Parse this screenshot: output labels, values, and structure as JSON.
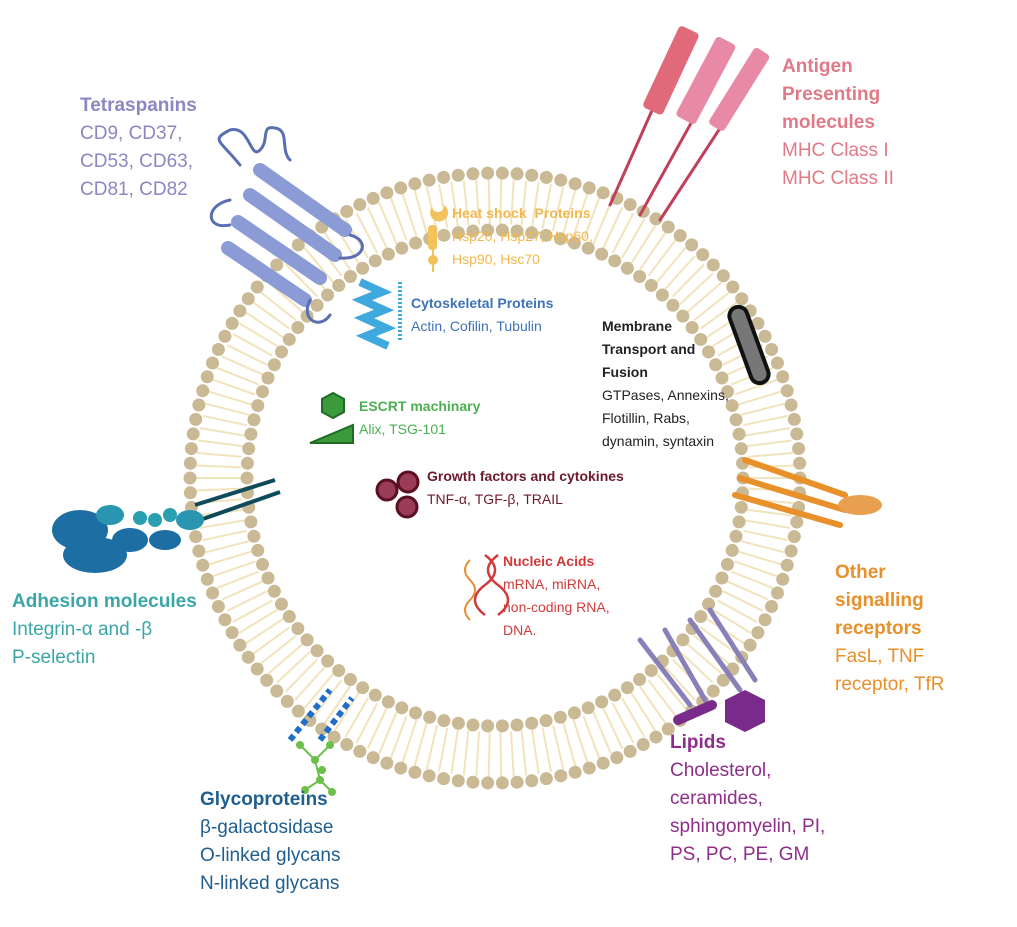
{
  "colors": {
    "bead": "#c9b994",
    "tail": "#f1e3bb",
    "tetraspanins": "#8a87c2",
    "antigen": "#e07a86",
    "heat_shock": "#f2b84b",
    "cytoskeletal": "#3f73b8",
    "membrane_transport": "#222222",
    "escrt": "#4caf50",
    "growth": "#6b1a2a",
    "nucleic": "#d23a3a",
    "adhesion": "#3aa6a8",
    "glyco": "#1f5e8e",
    "lipids": "#8e2e8a",
    "signalling": "#e8902a"
  },
  "labels": {
    "tetraspanins": {
      "title": "Tetraspanins",
      "lines": [
        "CD9, CD37,",
        "CD53, CD63,",
        "CD81, CD82"
      ]
    },
    "antigen": {
      "title": [
        "Antigen",
        "Presenting",
        "molecules"
      ],
      "lines": [
        "MHC Class I",
        "MHC Class II"
      ]
    },
    "heat_shock": {
      "title": "Heat shock  Proteins",
      "lines": [
        "Hsp20, Hsp27, Hsp60,",
        "Hsp90, Hsc70"
      ]
    },
    "cytoskeletal": {
      "title": "Cytoskeletal Proteins",
      "lines": [
        "Actin, Cofilin, Tubulin"
      ]
    },
    "membrane_transport": {
      "title": [
        "Membrane",
        "Transport and",
        "Fusion"
      ],
      "lines": [
        "GTPases, Annexins,",
        "Flotillin, Rabs,",
        "dynamin, syntaxin"
      ]
    },
    "escrt": {
      "title": "ESCRT machinary",
      "lines": [
        "Alix, TSG-101"
      ]
    },
    "growth": {
      "title": "Growth factors and cytokines",
      "lines": [
        "TNF-α, TGF-β, TRAIL"
      ]
    },
    "nucleic": {
      "title": "Nucleic Acids",
      "lines": [
        "mRNA, miRNA,",
        "non-coding RNA,",
        "DNA."
      ]
    },
    "adhesion": {
      "title": "Adhesion molecules",
      "lines": [
        "Integrin-α and -β",
        "P-selectin"
      ]
    },
    "glyco": {
      "title": "Glycoproteins",
      "lines": [
        "β-galactosidase",
        "O-linked glycans",
        "N-linked glycans"
      ]
    },
    "signalling": {
      "title": [
        "Other",
        "signalling",
        "receptors"
      ],
      "lines": [
        "FasL, TNF",
        "receptor, TfR"
      ]
    },
    "lipids": {
      "title": "Lipids",
      "lines": [
        "Cholesterol,",
        "ceramides,",
        "sphingomyelin, PI,",
        "PS, PC, PE, GM"
      ]
    }
  }
}
